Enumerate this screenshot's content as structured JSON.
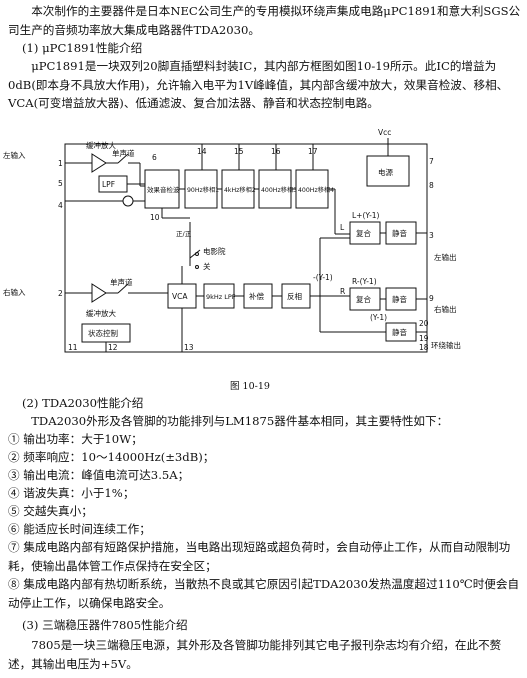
{
  "intro": "本次制作的主要器件是日本NEC公司生产的专用模拟环绕声集成电路μPC1891和意大利SGS公司生产的音频功率放大集成电路器件TDA2030。",
  "section1": {
    "heading": "(1) μPC1891性能介绍",
    "body": "μPC1891是一块双列20脚直插塑料封装IC，其内部方框图如图10-19所示。此IC的增益为0dB(即本身不具放大作用)，允许输入电平为1V峰峰值，其内部含缓冲放大，效果音检波、移相、VCA(可变增益放大器)、低通滤波、复合加法器、静音和状态控制电路。"
  },
  "figure": {
    "caption": "图 10-19",
    "labels": {
      "left_in": "左输入",
      "right_in": "右输入",
      "left_out": "左输出",
      "right_out": "右输出",
      "surround_out": "环绕输出",
      "buffer_top": "缓冲放大",
      "buffer_bottom": "缓冲放大",
      "single1": "单声道",
      "single2": "单声道",
      "lpf": "LPF",
      "detector": "效果音检波",
      "ps1": "90Hz移相1",
      "ps2": "4kHz移相2",
      "ps3": "400Hz移相3",
      "ps4": "400Hz移相4",
      "power": "电源",
      "vcc": "Vcc",
      "cinema": "电影院",
      "off": "关",
      "fwd": "正/正",
      "vca": "VCA",
      "lpf9k": "9kHz LPF",
      "comp": "补偿",
      "inv": "反相",
      "mix1": "复合",
      "mix2": "复合",
      "mute1": "静音",
      "mute2": "静音",
      "mute3": "静音",
      "state": "状态控制",
      "L": "L",
      "R": "R",
      "eq_top": "L+(Y-1)",
      "eq_neg": "-(Y-1)",
      "eq_mid": "R-(Y-1)",
      "eq_bot": "(Y-1)",
      "p1": "1",
      "p2": "2",
      "p3": "3",
      "p4": "4",
      "p5": "5",
      "p6": "6",
      "p7": "7",
      "p8": "8",
      "p9": "9",
      "p10": "10",
      "p11": "11",
      "p12": "12",
      "p13": "13",
      "p14": "14",
      "p15": "15",
      "p16": "16",
      "p17": "17",
      "p18": "18",
      "p19": "19",
      "p20": "20"
    }
  },
  "section2": {
    "heading": "(2) TDA2030性能介绍",
    "body": "TDA2030外形及各管脚的功能排列与LM1875器件基本相同，其主要特性如下：",
    "items": [
      "① 输出功率：大于10W；",
      "② 频率响应：10～14000Hz(±3dB)；",
      "③ 输出电流：峰值电流可达3.5A；",
      "④ 谐波失真：小于1%；",
      "⑤ 交越失真小；",
      "⑥ 能适应长时间连续工作；"
    ],
    "item7": "⑦ 集成电路内部有短路保护措施，当电路出现短路或超负荷时，会自动停止工作，从而自动限制功耗，使输出晶体管工作点保持在安全区；",
    "item8": "⑧ 集成电路内部有热切断系统，当散热不良或其它原因引起TDA2030发热温度超过110℃时便会自动停止工作，以确保电路安全。"
  },
  "section3": {
    "heading": "(3) 三端稳压器件7805性能介绍",
    "body": "7805是一块三端稳压电源，其外形及各管脚功能排列其它电子报刊杂志均有介绍，在此不赘述，其输出电压为+5V。"
  }
}
